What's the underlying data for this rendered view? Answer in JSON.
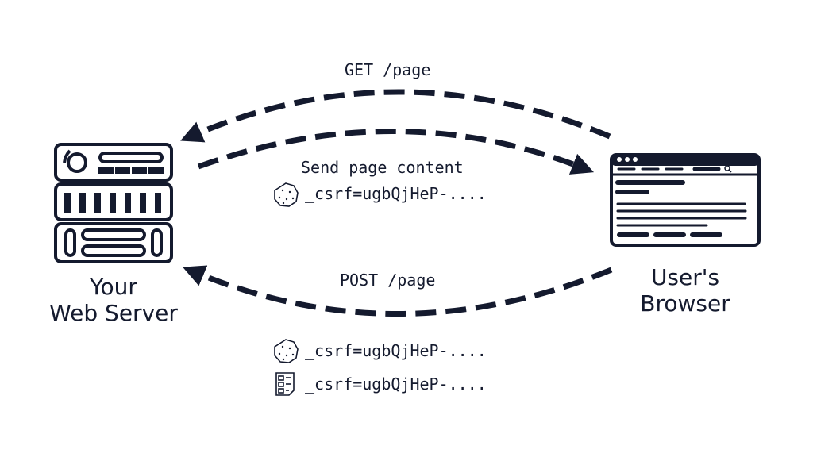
{
  "server": {
    "label_line1": "Your",
    "label_line2": "Web Server"
  },
  "browser": {
    "label_line1": "User's",
    "label_line2": "Browser"
  },
  "request_get": "GET /page",
  "response": {
    "title": "Send page content",
    "cookie": "_csrf=ugbQjHeP-...."
  },
  "request_post": "POST /page",
  "post_cookie": "_csrf=ugbQjHeP-....",
  "post_form": "_csrf=ugbQjHeP-....",
  "colors": {
    "ink": "#141a2e",
    "background": "#ffffff"
  }
}
